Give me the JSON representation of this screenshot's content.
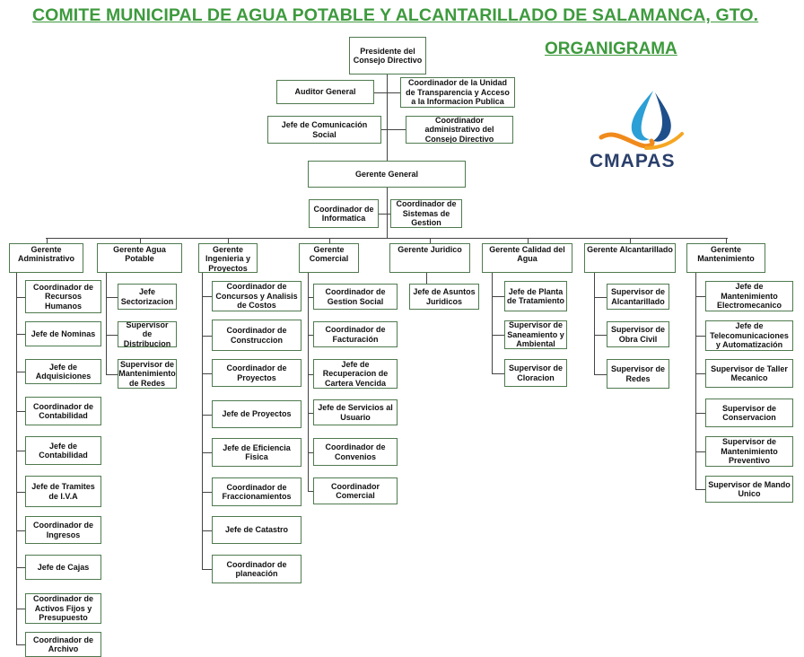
{
  "header": {
    "title": "COMITE MUNICIPAL DE AGUA POTABLE Y ALCANTARILLADO DE SALAMANCA, GTO.",
    "subtitle": "ORGANIGRAMA"
  },
  "logo": {
    "text": "CMAPAS",
    "icon": "water-drop-hands-icon"
  },
  "top": {
    "presidente": "Presidente del Consejo Directivo",
    "auditor": "Auditor General",
    "transparencia": "Coordinador de la Unidad de Transparencia y Acceso a la Informacion Publica",
    "comunicacion": "Jefe de Comunicación Social",
    "coord_consejo": "Coordinador administrativo del Consejo Directivo",
    "gerente_general": "Gerente General",
    "informatica": "Coordinador de Informatica",
    "sistemas": "Coordinador de Sistemas de Gestion"
  },
  "departments": [
    {
      "name": "Gerente Administrativo",
      "children": [
        "Coordinador de Recursos Humanos",
        "Jefe de Nominas",
        "Jefe de Adquisiciones",
        "Coordinador de Contabilidad",
        "Jefe de Contabilidad",
        "Jefe de Tramites de I.V.A",
        "Coordinador de Ingresos",
        "Jefe de Cajas",
        "Coordinador de Activos Fijos y Presupuesto",
        "Coordinador de Archivo"
      ]
    },
    {
      "name": "Gerente Agua Potable",
      "children": [
        "Jefe Sectorizacion",
        "Supervisor de Distribucion",
        "Supervisor de Mantenimiento de Redes"
      ]
    },
    {
      "name": "Gerente Ingenieria y Proyectos",
      "children": [
        "Coordinador de Concursos y Analisis de Costos",
        "Coordinador de Construccion",
        "Coordinador de Proyectos",
        "Jefe de Proyectos",
        "Jefe de Eficiencia Fisica",
        "Coordinador de Fraccionamientos",
        "Jefe de Catastro",
        "Coordinador de planeación"
      ]
    },
    {
      "name": "Gerente Comercial",
      "children": [
        "Coordinador de Gestion Social",
        "Coordinador de Facturación",
        "Jefe de Recuperacion de Cartera Vencida",
        "Jefe de Servicios al Usuario",
        "Coordinador de Convenios",
        "Coordinador Comercial"
      ]
    },
    {
      "name": "Gerente Juridico",
      "children": [
        "Jefe de Asuntos Juridicos"
      ]
    },
    {
      "name": "Gerente Calidad del Agua",
      "children": [
        "Jefe de Planta de Tratamiento",
        "Supervisor de Saneamiento y Ambiental",
        "Supervisor de Cloracion"
      ]
    },
    {
      "name": "Gerente Alcantarillado",
      "children": [
        "Supervisor de Alcantarillado",
        "Supervisor de Obra Civil",
        "Supervisor de Redes"
      ]
    },
    {
      "name": "Gerente Mantenimiento",
      "children": [
        "Jefe de Mantenimiento Electromecanico",
        "Jefe de Telecomunicaciones y Automatización",
        "Supervisor de Taller Mecanico",
        "Supervisor de Conservacion",
        "Supervisor de Mantenimiento Preventivo",
        "Supervisor de Mando Unico"
      ]
    }
  ]
}
